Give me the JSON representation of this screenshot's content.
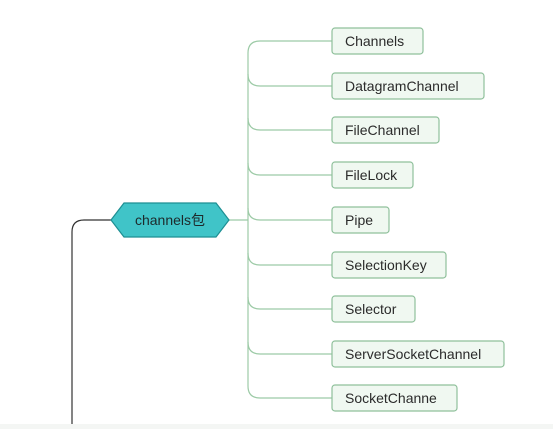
{
  "diagram": {
    "root": {
      "label": "channels包",
      "icon": "hexagon-node"
    },
    "children": [
      {
        "label": "Channels"
      },
      {
        "label": "DatagramChannel"
      },
      {
        "label": "FileChannel"
      },
      {
        "label": "FileLock"
      },
      {
        "label": "Pipe"
      },
      {
        "label": "SelectionKey"
      },
      {
        "label": "Selector"
      },
      {
        "label": "ServerSocketChannel"
      },
      {
        "label": "SocketChanne"
      }
    ]
  },
  "colors": {
    "root_fill": "#40c4c8",
    "root_stroke": "#1e8f93",
    "child_fill": "#f0f8f1",
    "child_stroke": "#8fc09b",
    "connector": "#9ccaa6",
    "parent_line": "#333333"
  }
}
